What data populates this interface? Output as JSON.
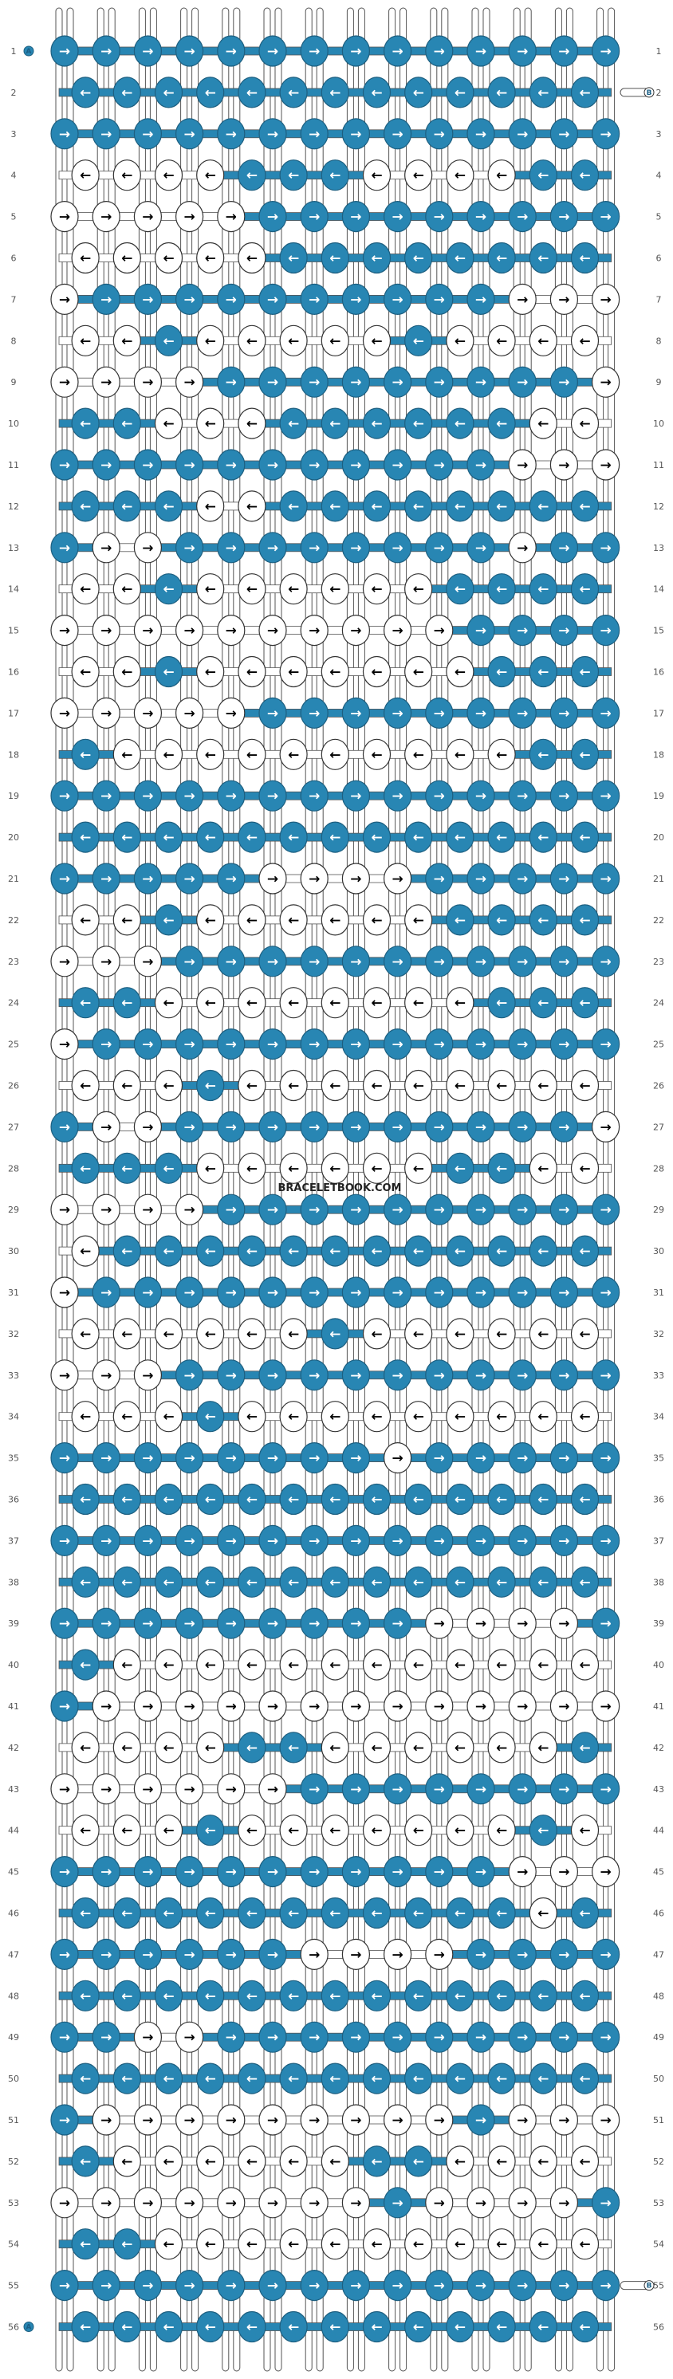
{
  "pattern": {
    "rows": 56,
    "knots_per_row": [
      14,
      13
    ],
    "watermark": "BRACELETBOOK.COM",
    "start_label": "A",
    "end_label": "B",
    "colors": {
      "A": "#2886b3",
      "B": "#ffffff",
      "outline": "#1d5f80",
      "thread_outline": "#555555"
    },
    "arrows": {
      "right": "→",
      "left": "←"
    },
    "row_labels_left": [
      "1",
      "2",
      "3",
      "4",
      "5",
      "6",
      "7",
      "8",
      "9",
      "10",
      "11",
      "12",
      "13",
      "14",
      "15",
      "16",
      "17",
      "18",
      "19",
      "20",
      "21",
      "22",
      "23",
      "24",
      "25",
      "26",
      "27",
      "28",
      "29",
      "30",
      "31",
      "32",
      "33",
      "34",
      "35",
      "36",
      "37",
      "38",
      "39",
      "40",
      "41",
      "42",
      "43",
      "44",
      "45",
      "46",
      "47",
      "48",
      "49",
      "50",
      "51",
      "52",
      "53",
      "54",
      "55",
      "56"
    ],
    "row_labels_right": [
      "1",
      "2",
      "3",
      "4",
      "5",
      "6",
      "7",
      "8",
      "9",
      "10",
      "11",
      "12",
      "13",
      "14",
      "15",
      "16",
      "17",
      "18",
      "19",
      "20",
      "21",
      "22",
      "23",
      "24",
      "25",
      "26",
      "27",
      "28",
      "29",
      "30",
      "31",
      "32",
      "33",
      "34",
      "35",
      "36",
      "37",
      "38",
      "39",
      "40",
      "41",
      "42",
      "43",
      "44",
      "45",
      "46",
      "47",
      "48",
      "49",
      "50",
      "51",
      "52",
      "53",
      "54",
      "55",
      "56"
    ],
    "knot_rows": [
      {
        "dir": "RRRRRRRRRRRRRR",
        "color": "AAAAAAAAAAAAAA"
      },
      {
        "dir": "LLLLLLLLLLLLL",
        "color": "AAAAAAAAAAAAA"
      },
      {
        "dir": "RRRRRRRRRRRRRR",
        "color": "AAAAAAAAAAAAAA"
      },
      {
        "dir": "LLLLLLLLLLLLL",
        "color": "BBBBAAABBBBAA"
      },
      {
        "dir": "RRRRRRRRRRRRRR",
        "color": "BBBBBAAAAAAAAA"
      },
      {
        "dir": "LLLLLLLLLLLLL",
        "color": "BBBBBAAAAAAAA"
      },
      {
        "dir": "RRRRRRRRRRRRRR",
        "color": "BAAAAAAAAAABBB"
      },
      {
        "dir": "LLLLLLLLLLLLL",
        "color": "BBABBBBBABBBB"
      },
      {
        "dir": "RRRRRRRRRRRRRR",
        "color": "BBBBAAAAAAAAAB"
      },
      {
        "dir": "LLLLLLLLLLLLL",
        "color": "AABBBAAAAAABB"
      },
      {
        "dir": "RRRRRRRRRRRRRR",
        "color": "AAAAAAAAAAABBB"
      },
      {
        "dir": "LLLLLLLLLLLLL",
        "color": "AAABBAAAAAAAA"
      },
      {
        "dir": "RRRRRRRRRRRRRR",
        "color": "ABBAAAAAAAABAA"
      },
      {
        "dir": "LLLLLLLLLLLLL",
        "color": "BBABBBBBBAAAA"
      },
      {
        "dir": "RRRRRRRRRRRRRR",
        "color": "BBBBBBBBBBAAAA"
      },
      {
        "dir": "LLLLLLLLLLLLL",
        "color": "BBABBBBBBBAAA"
      },
      {
        "dir": "RRRRRRRRRRRRRR",
        "color": "BBBBBAAAAAAAAA"
      },
      {
        "dir": "LLLLLLLLLLLLL",
        "color": "ABBBBBBBBBBAA"
      },
      {
        "dir": "RRRRRRRRRRRRRR",
        "color": "AAAAAAAAAAAAAA"
      },
      {
        "dir": "LLLLLLLLLLLLL",
        "color": "AAAAAAAAAAAAA"
      },
      {
        "dir": "RRRRRRRRRRRRRR",
        "color": "AAAAABBBBAAAAA"
      },
      {
        "dir": "LLLLLLLLLLLLL",
        "color": "BBABBBBBBAAAA"
      },
      {
        "dir": "RRRRRRRRRRRRRR",
        "color": "BBBAAAAAAAAAAA"
      },
      {
        "dir": "LLLLLLLLLLLLL",
        "color": "AABBBBBBBBAAA"
      },
      {
        "dir": "RRRRRRRRRRRRRR",
        "color": "BAAAAAAAAAAAAA"
      },
      {
        "dir": "LLLLLLLLLLLLL",
        "color": "BBBABBBBBBBBB"
      },
      {
        "dir": "RRRRRRRRRRRRRR",
        "color": "ABBAAAAAAAAAAB"
      },
      {
        "dir": "LLLLLLLLLLLLL",
        "color": "AAABBBBBBAABB"
      },
      {
        "dir": "RRRRRRRRRRRRRR",
        "color": "BBBBAAAAAAAAAA"
      },
      {
        "dir": "LLLLLLLLLLLLL",
        "color": "BAAAAAAAAAAAA"
      },
      {
        "dir": "RRRRRRRRRRRRRR",
        "color": "BAAAAAAAAAAAAA"
      },
      {
        "dir": "LLLLLLLLLLLLL",
        "color": "BBBBBBABBBBBB"
      },
      {
        "dir": "RRRRRRRRRRRRRR",
        "color": "BBBAAAAAAAAAAA"
      },
      {
        "dir": "LLLLLLLLLLLLL",
        "color": "BBBABBBBBBBBB"
      },
      {
        "dir": "RRRRRRRRRRRRRR",
        "color": "AAAAAAAABAAAAA"
      },
      {
        "dir": "LLLLLLLLLLLLL",
        "color": "AAAAAAAAAAAAA"
      },
      {
        "dir": "RRRRRRRRRRRRRR",
        "color": "AAAAAAAAAAAAAA"
      },
      {
        "dir": "LLLLLLLLLLLLL",
        "color": "AAAAAAAAAAAAA"
      },
      {
        "dir": "RRRRRRRRRRRRRR",
        "color": "AAAAAAAAABBBBA"
      },
      {
        "dir": "LLLLLLLLLLLLL",
        "color": "ABBBBBBBBBBBB"
      },
      {
        "dir": "RRRRRRRRRRRRRR",
        "color": "ABBBBBBBBBBBBB"
      },
      {
        "dir": "LLLLLLLLLLLLL",
        "color": "BBBBAABBBBBBA"
      },
      {
        "dir": "RRRRRRRRRRRRRR",
        "color": "BBBBBBAAAAAAAA"
      },
      {
        "dir": "LLLLLLLLLLLLL",
        "color": "BBBABBBBBBBAB"
      },
      {
        "dir": "RRRRRRRRRRRRRR",
        "color": "AAAAAAAAAAABBB"
      },
      {
        "dir": "LLLLLLLLLLLLL",
        "color": "AAAAAAAAAAABA"
      },
      {
        "dir": "RRRRRRRRRRRRRR",
        "color": "AAAAAABBBBAAAA"
      },
      {
        "dir": "LLLLLLLLLLLLL",
        "color": "AAAAAAAAAAAAA"
      },
      {
        "dir": "RRRRRRRRRRRRRR",
        "color": "AABBAAAAAAAAAA"
      },
      {
        "dir": "LLLLLLLLLLLLL",
        "color": "AAAAAAAAAAAAA"
      },
      {
        "dir": "RRRRRRRRRRRRRR",
        "color": "ABBBBBBBBBABBB"
      },
      {
        "dir": "LLLLLLLLLLLLL",
        "color": "ABBBBBBAABBBB"
      },
      {
        "dir": "RRRRRRRRRRRRRR",
        "color": "BBBBBBBBABBBBA"
      },
      {
        "dir": "LLLLLLLLLLLLL",
        "color": "AABBBBBBBBBBB"
      },
      {
        "dir": "RRRRRRRRRRRRRR",
        "color": "AAAAAAAAAAAAAA"
      },
      {
        "dir": "LLLLLLLLLLLLL",
        "color": "AAAAAAAAAAAAA"
      }
    ]
  }
}
